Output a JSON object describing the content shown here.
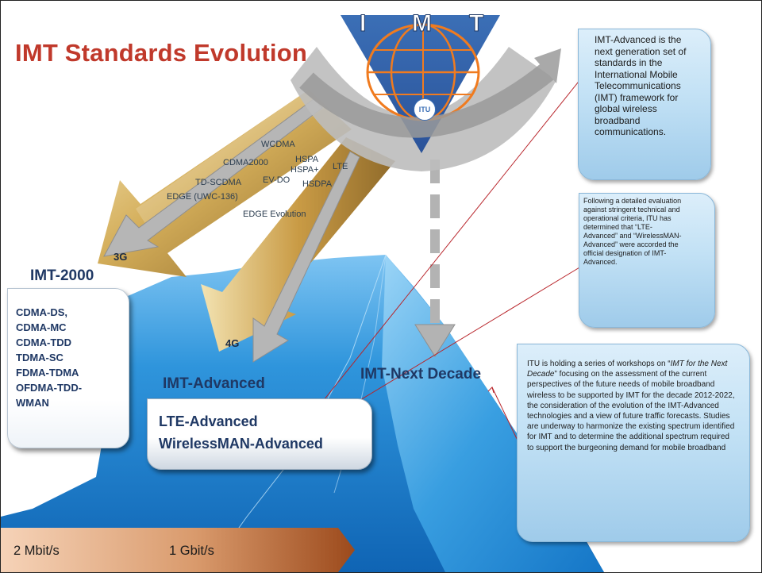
{
  "slide": {
    "title": "IMT Standards Evolution",
    "logo": {
      "letters": [
        "I",
        "M",
        "T"
      ],
      "emblem_text": "ITU"
    },
    "technologies": [
      "WCDMA",
      "CDMA2000",
      "HSPA",
      "HSPA+",
      "LTE",
      "TD-SCDMA",
      "EV-DO",
      "HSDPA",
      "EDGE (UWC-136)",
      "EDGE Evolution"
    ],
    "generations": {
      "g3": "3G",
      "g4": "4G"
    },
    "imt2000": {
      "label": "IMT-2000",
      "standards": [
        "CDMA-DS,",
        "CDMA-MC",
        "CDMA-TDD",
        "TDMA-SC",
        "FDMA-TDMA",
        "OFDMA-TDD-",
        "WMAN"
      ]
    },
    "imt_advanced": {
      "label": "IMT-Advanced",
      "standards": [
        "LTE-Advanced",
        "WirelessMAN-Advanced"
      ]
    },
    "imt_next": {
      "label": "IMT-Next Decade"
    },
    "callouts": {
      "advanced_def": "IMT-Advanced is the next generation set of standards in the International Mobile Telecommunications (IMT) framework for global wireless broadband communications.",
      "evaluation": "Following a detailed evaluation against stringent technical and operational criteria, ITU has determined that “LTE-Advanced” and “WirelessMAN-Advanced” were accorded the official designation of IMT-Advanced.",
      "workshops": {
        "prefix": "ITU is holding a series of workshops on “",
        "emphasis": "IMT for the Next Decade",
        "suffix": "” focusing on the assessment of the current perspectives of the future needs of mobile broadband wireless to be supported by IMT for the decade 2012-2022, the consideration of the evolution of the IMT-Advanced technologies and a view of future traffic forecasts. Studies are underway to harmonize the existing spectrum identified for IMT and to determine the additional spectrum required to support the burgeoning demand for mobile broadband"
      }
    },
    "speed_scale": [
      "2 Mbit/s",
      "1 Gbit/s"
    ],
    "colors": {
      "title": "#c0392b",
      "heading": "#1f3864",
      "arrow_gold": "#c8a24a",
      "ocean_blue": "#1e88d4",
      "callout_blue": "#b7dcf3",
      "connector_red": "#b8242a"
    }
  }
}
